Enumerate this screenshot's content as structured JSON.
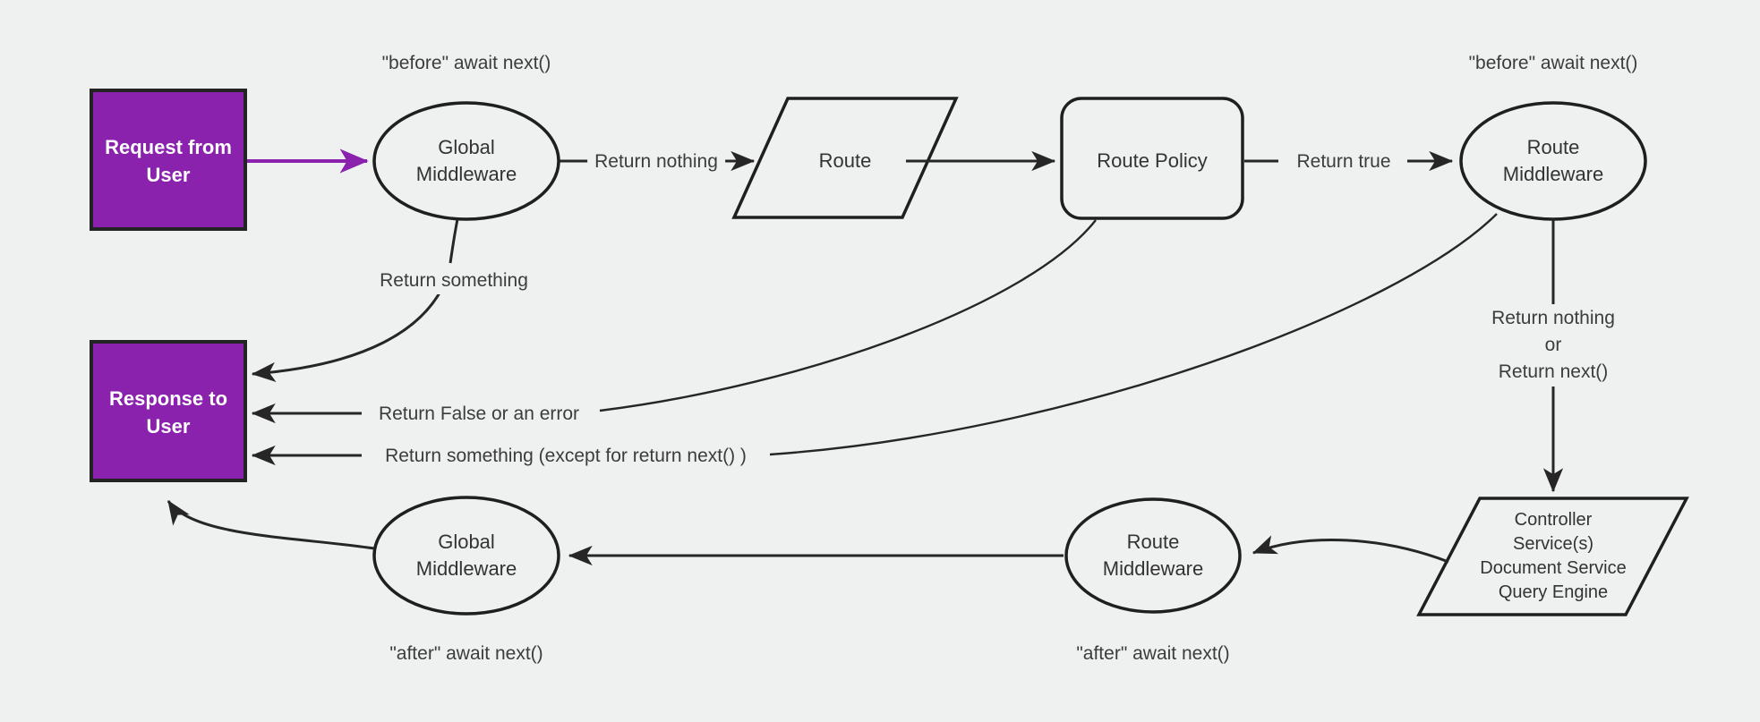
{
  "diagram": {
    "background_color": "#eff0f0",
    "accent_color": "#8B22AE",
    "line_color": "#262626",
    "nodes": {
      "request_from_user": {
        "label": "Request from\nUser",
        "line1": "Request from",
        "line2": "User",
        "shape": "rectangle"
      },
      "response_to_user": {
        "label": "Response to\nUser",
        "line1": "Response to",
        "line2": "User",
        "shape": "rectangle"
      },
      "global_middleware_top": {
        "line1": "Global",
        "line2": "Middleware",
        "shape": "ellipse"
      },
      "route": {
        "line1": "Route",
        "shape": "parallelogram"
      },
      "route_policy": {
        "line1": "Route Policy",
        "shape": "rounded-rectangle"
      },
      "route_middleware_top": {
        "line1": "Route",
        "line2": "Middleware",
        "shape": "ellipse"
      },
      "controller_stack": {
        "line1": "Controller",
        "line2": "Service(s)",
        "line3": "Document Service",
        "line4": "Query Engine",
        "shape": "parallelogram"
      },
      "route_middleware_bottom": {
        "line1": "Route",
        "line2": "Middleware",
        "shape": "ellipse"
      },
      "global_middleware_bottom": {
        "line1": "Global",
        "line2": "Middleware",
        "shape": "ellipse"
      }
    },
    "notes": {
      "before_global": "\"before\" await next()",
      "before_route_mw": "\"before\" await next()",
      "after_global": "\"after\" await next()",
      "after_route_mw": "\"after\" await next()"
    },
    "edge_labels": {
      "return_nothing": "Return nothing",
      "return_true": "Return true",
      "return_something_global": "Return something",
      "return_false_or_error": "Return False or an error",
      "return_something_except": "Return something (except for return next() )",
      "return_nothing_or_next_l1": "Return nothing",
      "return_nothing_or_next_l2": "or",
      "return_nothing_or_next_l3": "Return next()"
    }
  }
}
